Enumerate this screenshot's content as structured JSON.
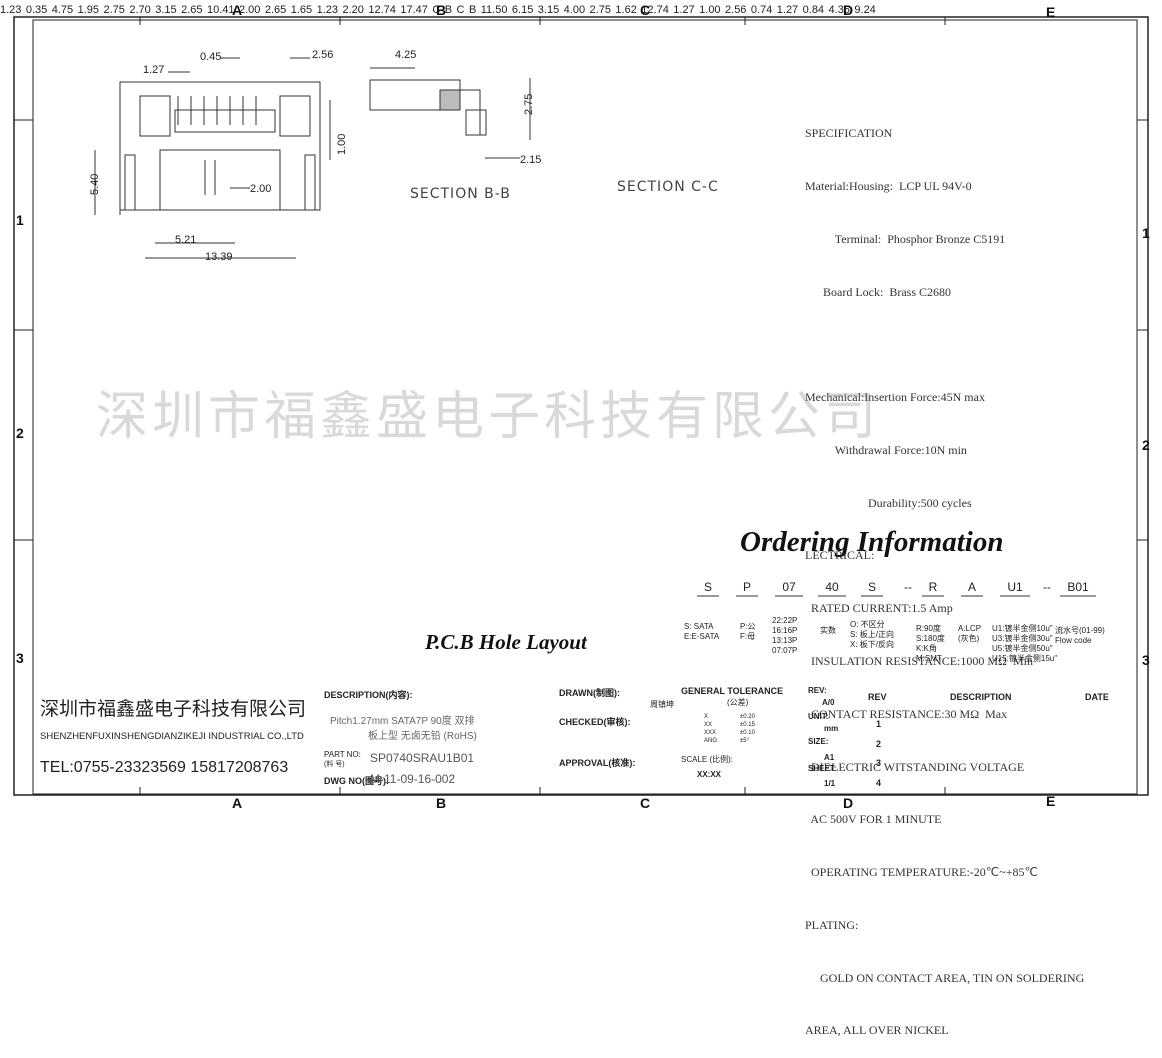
{
  "border": {
    "columns": [
      "A",
      "B",
      "C",
      "D",
      "E"
    ],
    "rows": [
      "1",
      "2",
      "3"
    ]
  },
  "drawing": {
    "top_left_dims": [
      "1.27",
      "0.45",
      "2.56",
      "1.00",
      "5.40",
      "2.00",
      "5.21",
      "13.39"
    ],
    "section_b": {
      "label": "SECTION B-B",
      "dims": [
        "4.25",
        "2.75",
        "2.15"
      ]
    },
    "section_c": {
      "label": "SECTION C-C",
      "dims": [
        "1.23",
        "0.35",
        "4.75",
        "1.95",
        "2.75",
        "2.70",
        "3.15"
      ]
    },
    "mid_left_dims": [
      "10.41",
      "2.65",
      "2.00",
      "1.65",
      "1.23",
      "2.20",
      "12.74",
      "17.47"
    ],
    "mid_left_section_marks": [
      "C",
      "B",
      "C",
      "B"
    ],
    "center_dims": [
      "11.50",
      "6.15",
      "3.15",
      "4.00",
      "2.75",
      "1.62"
    ],
    "pcb_dims": [
      "12.74",
      "1.27",
      "1.00",
      "2.56",
      "0.74",
      "1.27"
    ],
    "bottom_left_dims": [
      "0.84",
      "4.35",
      "9.24"
    ]
  },
  "specification": {
    "lines": [
      "SPECIFICATION",
      "Material:Housing:  LCP UL 94V-0",
      "          Terminal:  Phosphor Bronze C5191",
      "      Board Lock:  Brass C2680",
      "",
      "Mechanical:Insertion Force:45N max",
      "          Withdrawal Force:10N min",
      "                     Durability:500 cycles",
      "LECTRICAL:",
      "  RATED CURRENT:1.5 Amp",
      "  INSULATION RESISTANCE:1000 MΩ  Min",
      "  CONTACT RESISTANCE:30 MΩ  Max",
      "  DIELECTRIC WITSTANDING VOLTAGE",
      "  AC 500V FOR 1 MINUTE",
      "  OPERATING TEMPERATURE:-20℃~+85℃",
      "PLATING:",
      "     GOLD ON CONTACT AREA, TIN ON SOLDERING",
      "AREA, ALL OVER NICKEL"
    ]
  },
  "watermark": "深圳市福鑫盛电子科技有限公司",
  "ordering": {
    "title": "Ordering Information",
    "codes": [
      "S",
      "P",
      "07",
      "40",
      "S",
      "--",
      "R",
      "A",
      "U1",
      "--",
      "B01"
    ],
    "desc": [
      "S: SATA\nE:E-SATA",
      "P:公\nF:母",
      "22:22P\n16:16P\n13:13P\n07:07P",
      "实数",
      "O: 不区分\nS: 板上/正向\nX: 板下/反向",
      "",
      "R:90度\nS:180度\nK:K角\nM:SMT",
      "A:LCP\n(灰色)",
      "U1:镀半金侧10u\"\nU3:镀半金侧30u\"\nU5:镀半金侧50u\"\nU15:镀半金侧15u\"",
      "",
      "流水号(01-99)\nFlow code"
    ]
  },
  "pcb_title": "P.C.B Hole Layout",
  "title_block": {
    "company_cn": "深圳市福鑫盛电子科技有限公司",
    "company_en": "SHENZHENFUXINSHENGDIANZIKEJI INDUSTRIAL CO.,LTD",
    "tel": "TEL:0755-23323569   15817208763",
    "description_label": "DESCRIPTION(内容):",
    "description_1": "Pitch1.27mm  SATA7P  90度  双排",
    "description_2": "板上型  无卤无铅 (RoHS)",
    "part_no_label": "PART NO:",
    "part_no_sub": "(料   号)",
    "part_no": "SP0740SRAU1B01",
    "dwg_no_label": "DWG NO(图号):",
    "dwg_no": "M-11-09-16-002",
    "drawn_label": "DRAWN(制图):",
    "drawn_by": "周镇坤",
    "checked_label": "CHECKED(审核):",
    "approval_label": "APPROVAL(核准):",
    "tolerance_label": "GENERAL TOLERANCE",
    "tolerance_sub": "(公差)",
    "tolerance_rows": [
      [
        "X",
        "±0.20"
      ],
      [
        "XX",
        "±0.15"
      ],
      [
        "XXX",
        "±0.10"
      ],
      [
        "ANG",
        "±5°"
      ]
    ],
    "scale_label": "SCALE (比例):",
    "scale": "XX:XX",
    "rev_label": "REV:",
    "rev": "A/0",
    "unit_label": "UNIT:",
    "unit": "mm",
    "size_label": "SIZE:",
    "size": "A1",
    "sheet_label": "SHEET:",
    "sheet": "1/1",
    "rev_table_headers": [
      "REV",
      "DESCRIPTION",
      "DATE"
    ],
    "rev_table_rows": [
      "1",
      "2",
      "3",
      "4"
    ]
  }
}
